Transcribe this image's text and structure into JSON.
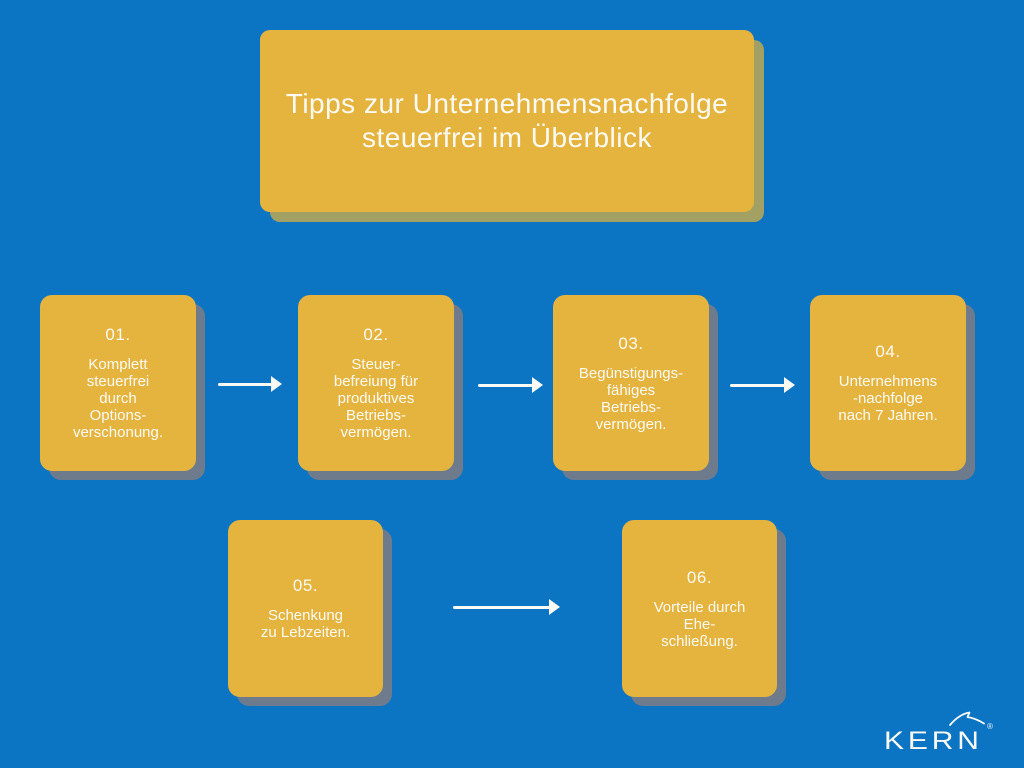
{
  "colors": {
    "background": "#0b74c3",
    "card": "#e4b43e",
    "card_shadow": "#6e7b8d",
    "title_shadow": "#a2a063",
    "text": "#fbfaf4"
  },
  "title": {
    "text": "Tipps zur Unternehmensnachfolge\nsteuerfrei im Überblick"
  },
  "steps": [
    {
      "number": "01.",
      "text": "Komplett\nsteuerfrei\ndurch\nOptions-\nverschonung."
    },
    {
      "number": "02.",
      "text": "Steuer-\nbefreiung für\nproduktives\nBetriebs-\nvermögen."
    },
    {
      "number": "03.",
      "text": "Begünstigungs-\nfähiges\nBetriebs-\nvermögen."
    },
    {
      "number": "04.",
      "text": "Unternehmens\n-nachfolge\nnach 7 Jahren."
    },
    {
      "number": "05.",
      "text": "Schenkung\nzu Lebzeiten."
    },
    {
      "number": "06.",
      "text": "Vorteile durch\nEhe-\nschließung."
    }
  ],
  "logo": {
    "text": "KERN",
    "registered": "®"
  }
}
